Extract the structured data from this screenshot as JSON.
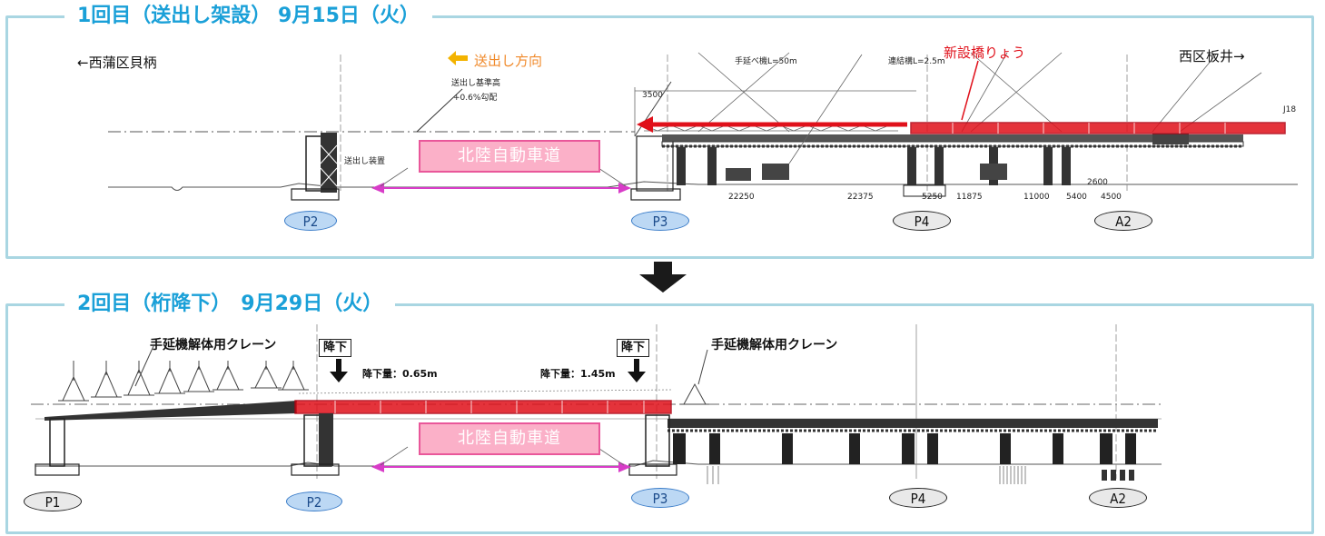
{
  "panel1": {
    "title": "1回目（送出し架設） 9月15日（火）",
    "left_direction": "←西蒲区貝柄",
    "right_direction": "西区板井→",
    "launch_direction": "送出し方向",
    "new_bridge": "新設橋りょう",
    "road": "北陸自動車道",
    "piers": [
      "P2",
      "P3",
      "P4",
      "A2"
    ],
    "drawing_notes": {
      "launch_reference": "送出し基準高",
      "gradient": "+0.6%勾配",
      "launch_device": "送出し装置",
      "extension": "手延べ機L=50m",
      "connection": "連結構L=2.5m",
      "d1": "22250",
      "d2": "22375",
      "d3": "11875",
      "d4": "11000",
      "d5": "5400",
      "d6": "4500",
      "d7": "2600",
      "d8": "3500",
      "d9": "5250",
      "mark": "J18"
    }
  },
  "arrow": {
    "color": "#1a1a1a"
  },
  "panel2": {
    "title": "2回目（桁降下）　9月29日（火）",
    "crane_left": "手延機解体用クレーン",
    "crane_right": "手延機解体用クレーン",
    "lower_left": "降下",
    "lower_right": "降下",
    "lower_amount_left": "降下量：0.65m",
    "lower_amount_right": "降下量：1.45m",
    "road": "北陸自動車道",
    "piers": [
      "P1",
      "P2",
      "P3",
      "P4",
      "A2"
    ]
  },
  "colors": {
    "accent": "#1aa0d8",
    "border": "#a9d6e2",
    "red": "#e0101a",
    "road_fill": "#fbb0c8",
    "road_border": "#e9579a",
    "magenta_arrow": "#d83cc8",
    "orange": "#f08a2b"
  }
}
